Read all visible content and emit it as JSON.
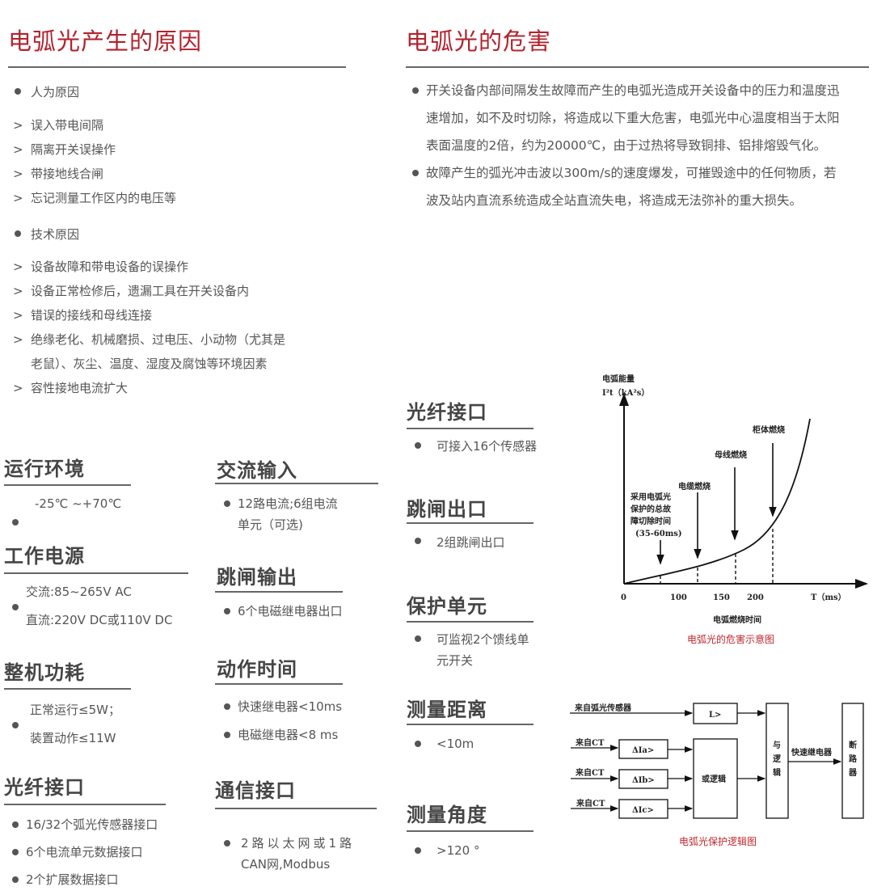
{
  "causes": {
    "title": "电弧光产生的原因",
    "groups": [
      {
        "label": "人为原因",
        "items": [
          "误入带电间隔",
          "隔离开关误操作",
          "带接地线合闸",
          "忘记测量工作区内的电压等"
        ]
      },
      {
        "label": "技术原因",
        "items": [
          "设备故障和带电设备的误操作",
          "设备正常检修后，遗漏工具在开关设备内",
          "错误的接线和母线连接",
          "绝缘老化、机械磨损、过电压、小动物（尤其是",
          "老鼠）、灰尘、温度、湿度及腐蚀等环境因素",
          "容性接地电流扩大"
        ]
      }
    ]
  },
  "hazards": {
    "title": "电弧光的危害",
    "paragraphs": [
      "开关设备内部间隔发生故障而产生的电弧光造成开关设备中的压力和温度迅速增加，如不及时切除，将造成以下重大危害，电弧光中心温度相当于太阳表面温度的2倍，约为20000℃，由于过热将导致铜排、铝排熔毁气化。",
      "故障产生的弧光冲击波以300m/s的速度爆发，可摧毁途中的任何物质，若波及站内直流系统造成全站直流失电，将造成无法弥补的重大损失。"
    ]
  },
  "specs": {
    "env": {
      "title": "运行环境",
      "items": [
        "-25℃ ~+70℃"
      ]
    },
    "power": {
      "title": "工作电源",
      "items": [
        "交流:85~265V AC",
        "直流:220V DC或110V DC"
      ]
    },
    "consumption": {
      "title": "整机功耗",
      "items": [
        "正常运行≤5W；",
        "装置动作≤11W"
      ]
    },
    "fiber_left": {
      "title": "光纤接口",
      "items": [
        "16/32个弧光传感器接口",
        "6个电流单元数据接口",
        "2个扩展数据接口"
      ]
    },
    "ac_input": {
      "title": "交流输入",
      "items": [
        "12路电流;6组电流",
        "单元（可选)"
      ]
    },
    "trip_output": {
      "title": "跳闸输出",
      "items": [
        "6个电磁继电器出口"
      ]
    },
    "action_time": {
      "title": "动作时间",
      "items": [
        "快速继电器<10ms",
        "电磁继电器<8 ms"
      ]
    },
    "comm": {
      "title": "通信接口",
      "items": [
        "2路以太网或1路",
        "CAN网,Modbus"
      ]
    },
    "fiber_right": {
      "title": "光纤接口",
      "items": [
        "可接入16个传感器"
      ]
    },
    "trip_exit": {
      "title": "跳闸出口",
      "items": [
        "2组跳闸出口"
      ]
    },
    "protection": {
      "title": "保护单元",
      "items": [
        "可监视2个馈线单",
        "元开关"
      ]
    },
    "distance": {
      "title": "测量距离",
      "items": [
        "<10m"
      ]
    },
    "angle": {
      "title": "测量角度",
      "items": [
        ">120 °"
      ]
    }
  },
  "chart_data": {
    "type": "line",
    "title": "电弧光的危害示意图",
    "ylabel": [
      "电弧能量",
      "I²t（kA²s）"
    ],
    "xlabel": "电弧燃烧时间",
    "x_unit_label": "T（ms）",
    "x_ticks": [
      "0",
      "100",
      "150",
      "200"
    ],
    "annotations": [
      {
        "label": [
          "采用电弧光",
          "保护的总故",
          "障切除时间",
          "(35-60ms)"
        ]
      },
      {
        "label": [
          "电缆燃烧"
        ]
      },
      {
        "label": [
          "母线燃烧"
        ]
      },
      {
        "label": [
          "柜体燃烧"
        ]
      }
    ]
  },
  "logic_diagram": {
    "caption": "电弧光保护逻辑图",
    "inputs": [
      "来自弧光传感器",
      "来自CT",
      "来自CT",
      "来自CT"
    ],
    "blocks": {
      "light": "L>",
      "ia": "ΔIa>",
      "ib": "ΔIb>",
      "ic": "ΔIc>",
      "or": "或逻辑",
      "and": [
        "与",
        "逻",
        "辑"
      ],
      "breaker": [
        "断",
        "路",
        "器"
      ]
    },
    "relay_label": "快速继电器"
  },
  "colors": {
    "accent": "#b3222d",
    "text": "#4a4a4a"
  }
}
